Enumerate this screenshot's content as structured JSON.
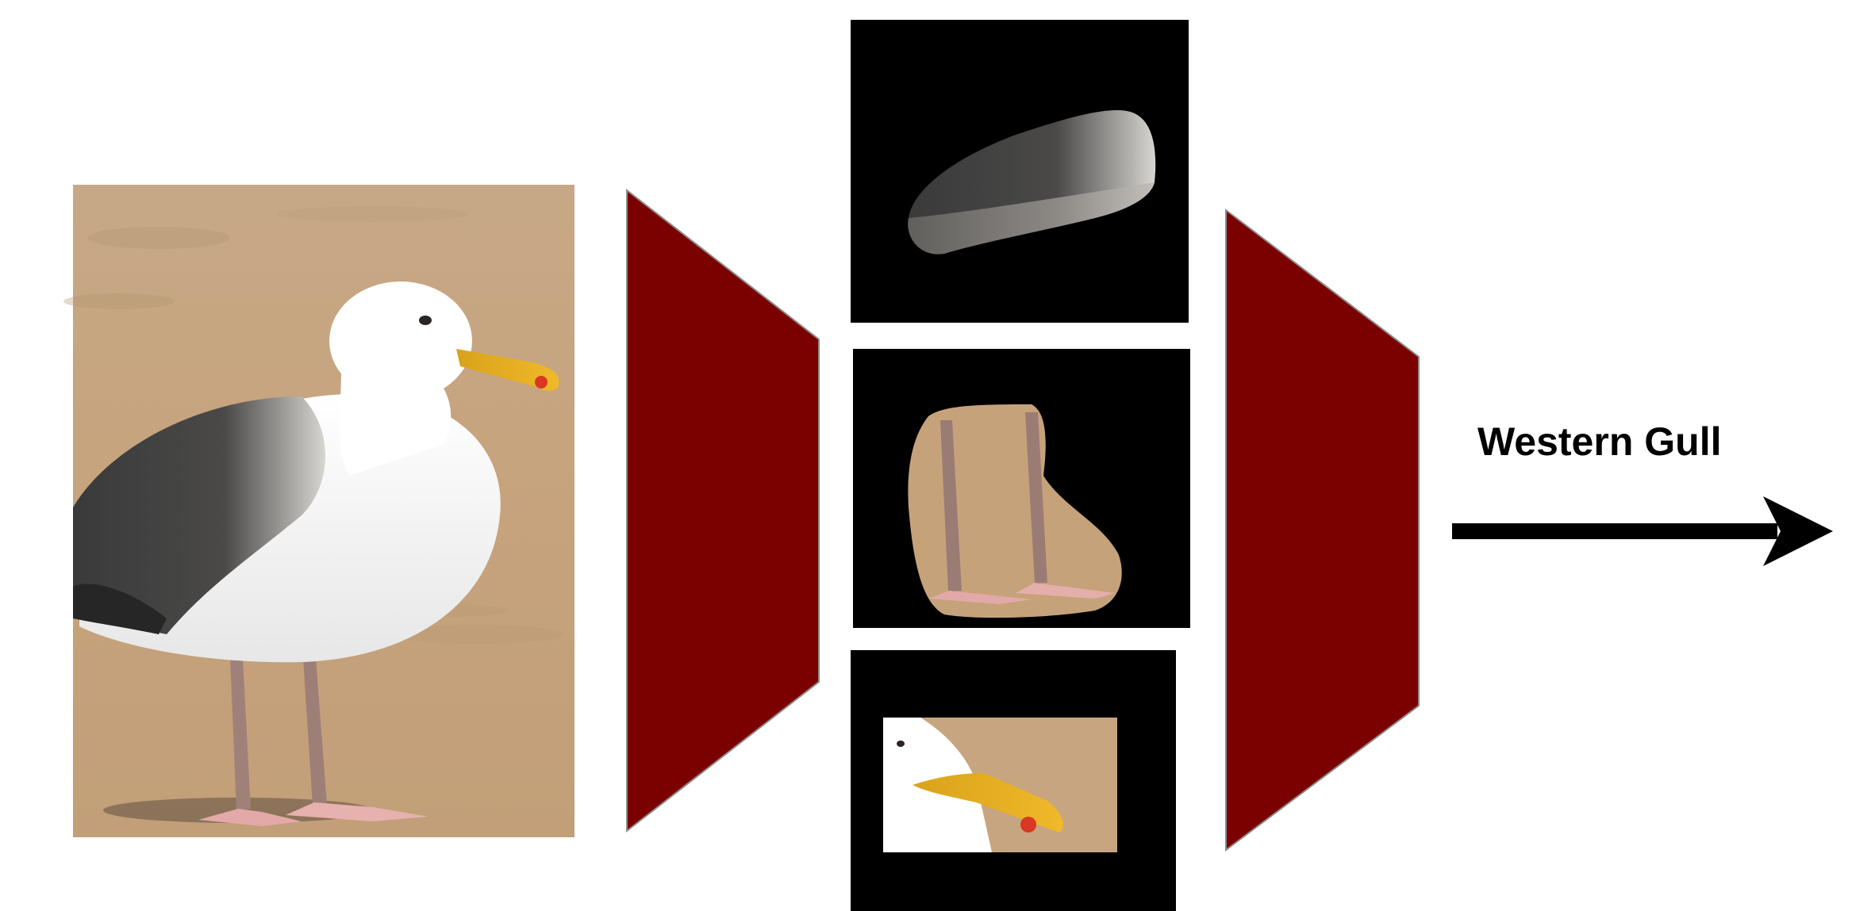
{
  "diagram": {
    "output_label": "Western Gull",
    "colors": {
      "encoder_fill": "#7b0000",
      "encoder_edge": "#8c8c8c",
      "part_panel_bg": "#000000",
      "sand": "#c4a27c",
      "arrow": "#000000"
    },
    "part_crops": [
      "wing",
      "legs",
      "head"
    ]
  }
}
